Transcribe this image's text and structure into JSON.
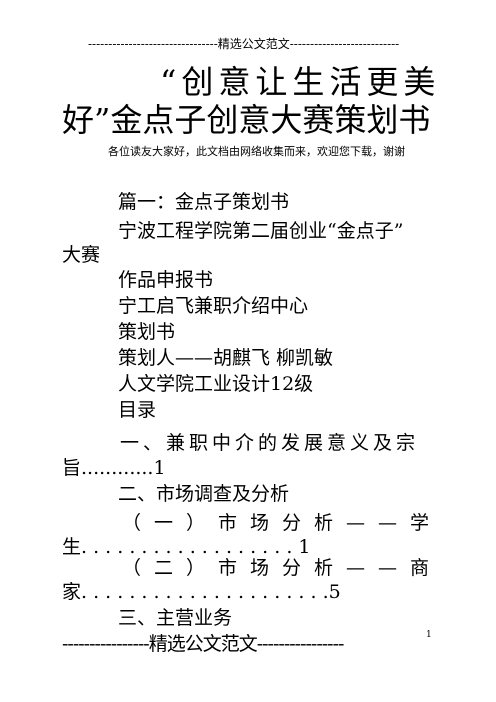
{
  "header": {
    "text": "--------------------------------精选公文范文---------------------------"
  },
  "title": {
    "line1": "“创意让生活更美",
    "line2": "好”金点子创意大赛策划书"
  },
  "subline": "各位读友大家好，此文档由网络收集而来，欢迎您下载，谢谢",
  "body": {
    "l1": "篇一：金点子策划书",
    "l2": "宁波工程学院第二届创业“金点子”",
    "l3": "大赛",
    "l4": "作品申报书",
    "l5": "宁工启飞兼职介绍中心",
    "l6": "策划书",
    "l7": "策划人——胡麒飞  柳凯敏",
    "l8": "人文学院工业设计12级",
    "l9": "目录",
    "l10": "一、兼职中介的发展意义及宗",
    "l11": "旨............1",
    "l12": "二、市场调查及分析",
    "l13": "（一）市场分析——学",
    "l14": "生. . . . . . . . . . . . . . . . . . 1",
    "l15": "（二）市场分析——商",
    "l16": "家. . . . . . . . . . . . . . . . . . . . .5",
    "l17": "三、主营业务"
  },
  "footer": {
    "text": "----------------精选公文范文----------------",
    "page_number": "1"
  }
}
